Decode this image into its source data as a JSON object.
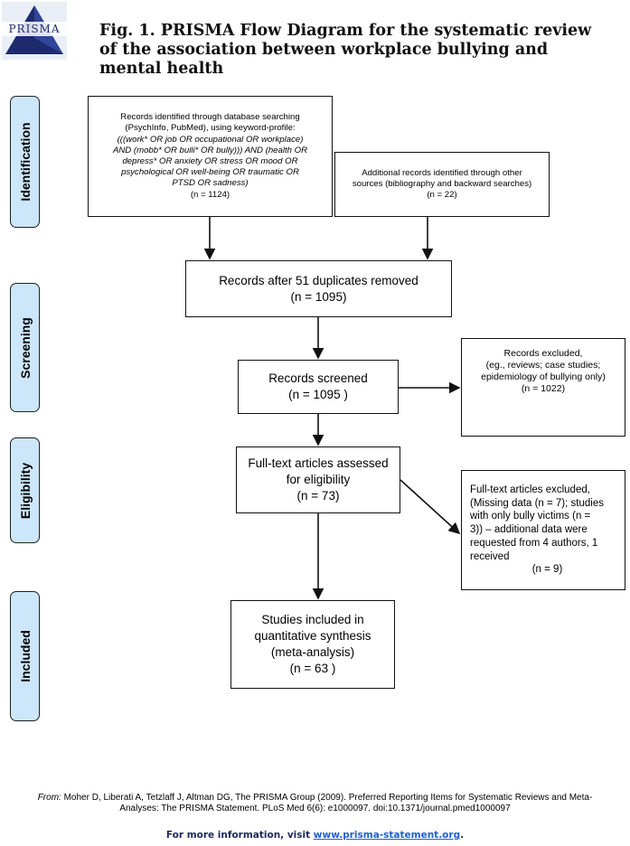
{
  "logo": {
    "text": "PRISMA"
  },
  "title": "Fig. 1. PRISMA Flow Diagram for the systematic review of the association between workplace bullying and mental health",
  "phases": {
    "identification": "Identification",
    "screening": "Screening",
    "eligibility": "Eligibility",
    "included": "Included"
  },
  "boxes": {
    "db_search": {
      "line1": "Records identified through database searching",
      "line2": "(PsychInfo, PubMed), using keyword-profile:",
      "query": [
        "(((work* OR job OR occupational OR workplace)",
        "AND (mobb* OR bulli* OR bully))) AND (health OR",
        "depress* OR anxiety OR stress OR mood OR",
        "psychological OR well-being OR traumatic OR",
        "PTSD OR sadness)"
      ],
      "count": "(n =  1124)"
    },
    "additional": {
      "line1": "Additional records identified through other",
      "line2": "sources (bibliography and backward searches)",
      "count": "(n = 22)"
    },
    "duplicates": {
      "line1": "Records after 51 duplicates removed",
      "count": "(n = 1095)"
    },
    "screened": {
      "line1": "Records screened",
      "count": "(n =  1095  )"
    },
    "excluded": {
      "line1": "Records excluded,",
      "line2": "(eg., reviews; case studies;",
      "line3": "epidemiology of bullying only)",
      "count": "(n = 1022)"
    },
    "fulltext": {
      "line1": "Full-text articles assessed",
      "line2": "for eligibility",
      "count": "(n =  73)"
    },
    "ft_excluded": {
      "lines": [
        "Full-text articles excluded,",
        " (Missing data (n = 7); studies",
        "with only bully victims (n =",
        "3)) – additional data were",
        "requested from 4 authors, 1",
        "received"
      ],
      "count": "(n = 9)"
    },
    "included": {
      "line1": "Studies included in",
      "line2": "quantitative synthesis",
      "line3": "(meta-analysis)",
      "count": "(n =  63 )"
    }
  },
  "citation": {
    "from": "From:",
    "text1": " Moher D, Liberati A, Tetzlaff J, Altman DG, The PRISMA Group (2009). Preferred Reporting Items for Systematic Reviews and Meta-",
    "text2": "Analyses: The PRISMA Statement. PLoS Med 6(6): e1000097. doi:10.1371/journal.pmed1000097"
  },
  "more": {
    "text": "For more information, visit ",
    "link": "www.prisma-statement.org",
    "end": "."
  }
}
